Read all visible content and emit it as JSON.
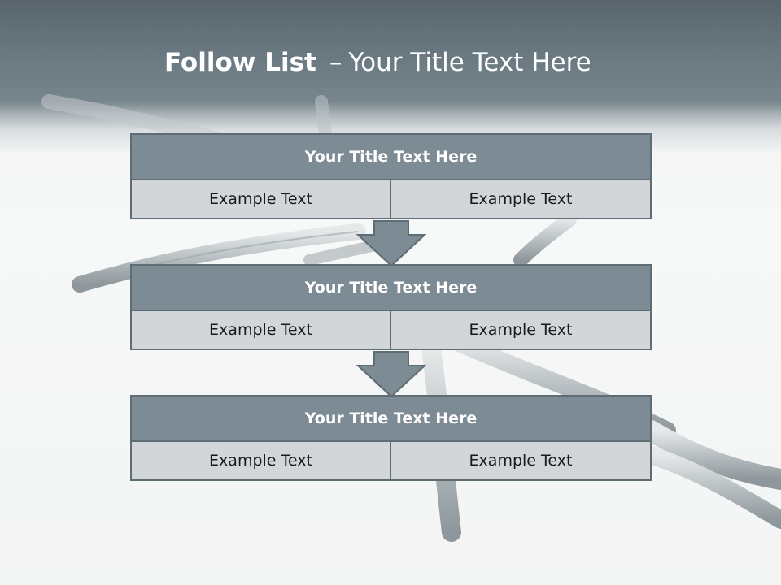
{
  "title": {
    "bold": "Follow List",
    "dash": "–",
    "rest": "Your Title Text Here"
  },
  "steps": [
    {
      "title": "Your Title Text Here",
      "left": "Example Text",
      "right": "Example Text"
    },
    {
      "title": "Your Title Text Here",
      "left": "Example Text",
      "right": "Example Text"
    },
    {
      "title": "Your Title Text Here",
      "left": "Example Text",
      "right": "Example Text"
    }
  ],
  "colors": {
    "header_band": "#6f7e86",
    "step_header": "#7d8c94",
    "step_cell": "#d2d6d8",
    "border": "#5e6c74",
    "arrow": "#7d8c94"
  }
}
